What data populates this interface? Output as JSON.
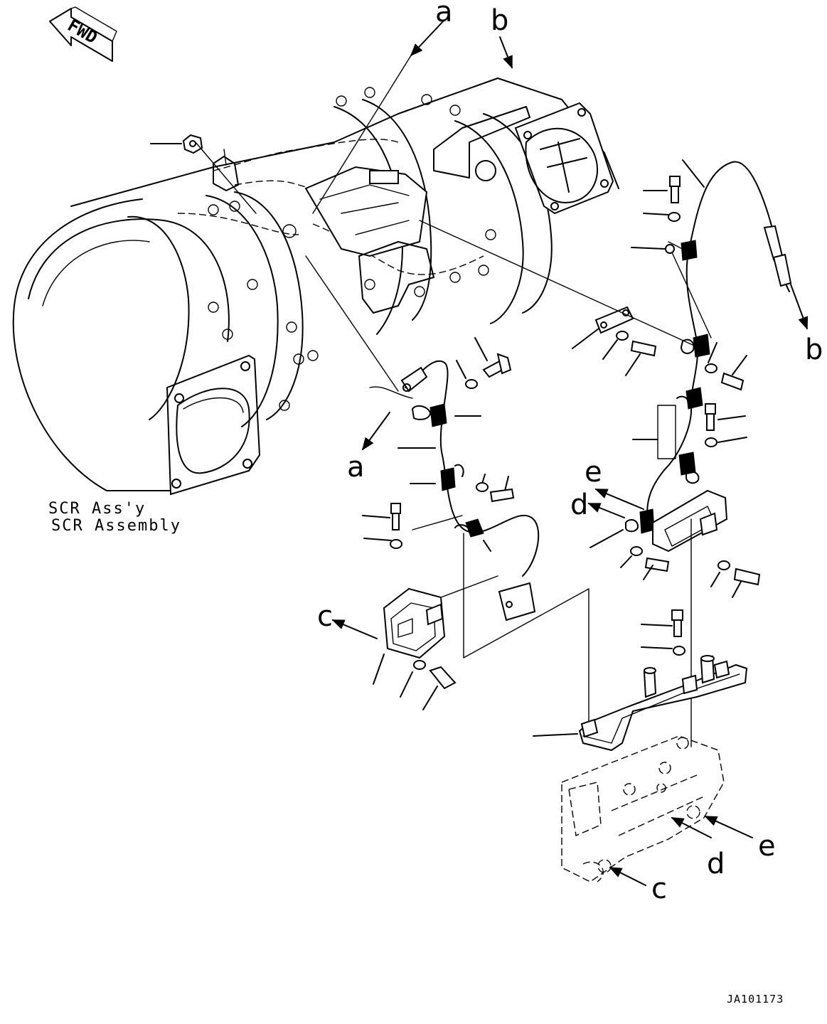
{
  "fwd_label": "FWD",
  "caption": {
    "line1": "SCR Ass'y",
    "line2": "SCR Assembly"
  },
  "drawing_code": "JA101173",
  "connection_labels": {
    "a": "a",
    "b": "b",
    "c": "c",
    "d": "d",
    "e": "e"
  }
}
